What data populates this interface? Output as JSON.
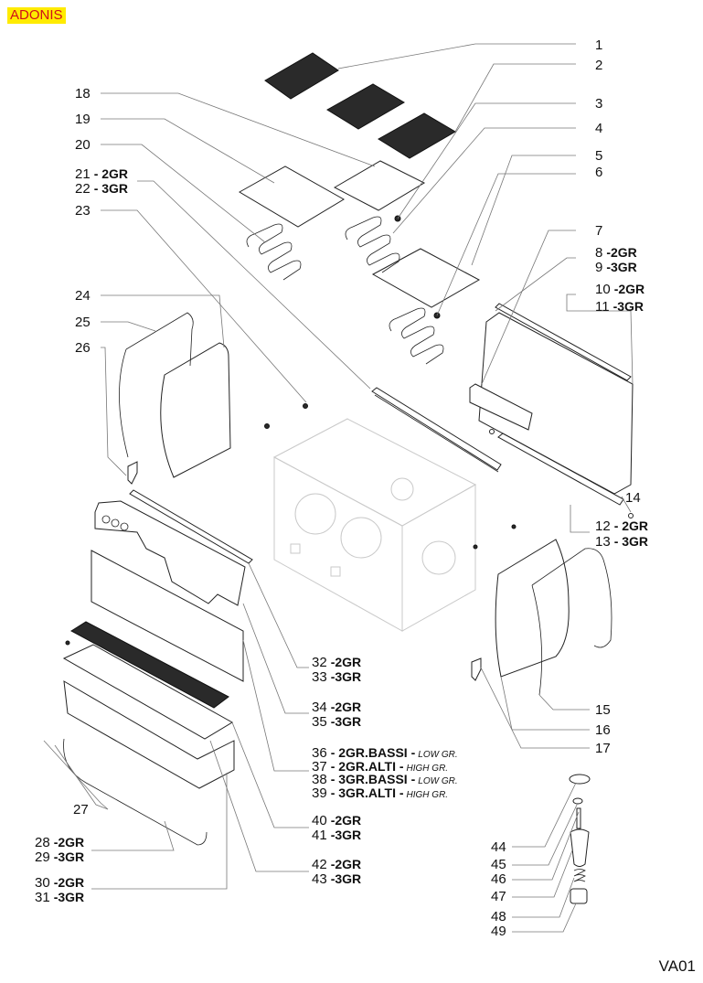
{
  "title": "ADONIS",
  "sheet_code": "VA01",
  "colors": {
    "title_bg": "#ffeb00",
    "title_text": "#d0101a",
    "leader": "#777777"
  },
  "callouts": [
    {
      "ids": "1",
      "variants": []
    },
    {
      "ids": "2",
      "variants": []
    },
    {
      "ids": "3",
      "variants": []
    },
    {
      "ids": "4",
      "variants": []
    },
    {
      "ids": "5",
      "variants": []
    },
    {
      "ids": "6",
      "variants": []
    },
    {
      "ids": "7",
      "variants": []
    },
    {
      "ids": "8/9",
      "variants": [
        {
          "num": "8",
          "var": "-2GR"
        },
        {
          "num": "9",
          "var": "-3GR"
        }
      ]
    },
    {
      "ids": "10/11",
      "variants": [
        {
          "num": "10",
          "var": "-2GR"
        },
        {
          "num": "11",
          "var": "-3GR"
        }
      ]
    },
    {
      "ids": "12/13",
      "variants": [
        {
          "num": "12",
          "var": "- 2GR"
        },
        {
          "num": "13",
          "var": "- 3GR"
        }
      ]
    },
    {
      "ids": "14",
      "variants": []
    },
    {
      "ids": "15",
      "variants": []
    },
    {
      "ids": "16",
      "variants": []
    },
    {
      "ids": "17",
      "variants": []
    },
    {
      "ids": "18",
      "variants": []
    },
    {
      "ids": "19",
      "variants": []
    },
    {
      "ids": "20",
      "variants": []
    },
    {
      "ids": "21/22",
      "variants": [
        {
          "num": "21",
          "var": "- 2GR"
        },
        {
          "num": "22",
          "var": "- 3GR"
        }
      ]
    },
    {
      "ids": "23",
      "variants": []
    },
    {
      "ids": "24",
      "variants": []
    },
    {
      "ids": "25",
      "variants": []
    },
    {
      "ids": "26",
      "variants": []
    },
    {
      "ids": "27",
      "variants": []
    },
    {
      "ids": "28/29",
      "variants": [
        {
          "num": "28",
          "var": "-2GR"
        },
        {
          "num": "29",
          "var": "-3GR"
        }
      ]
    },
    {
      "ids": "30/31",
      "variants": [
        {
          "num": "30",
          "var": "-2GR"
        },
        {
          "num": "31",
          "var": "-3GR"
        }
      ]
    },
    {
      "ids": "32/33",
      "variants": [
        {
          "num": "32",
          "var": "-2GR"
        },
        {
          "num": "33",
          "var": "-3GR"
        }
      ]
    },
    {
      "ids": "34/35",
      "variants": [
        {
          "num": "34",
          "var": "-2GR"
        },
        {
          "num": "35",
          "var": "-3GR"
        }
      ]
    },
    {
      "ids": "36-39",
      "variants": [
        {
          "num": "36",
          "var": "- 2GR.BASSI -",
          "sub": "LOW GR."
        },
        {
          "num": "37",
          "var": "- 2GR.ALTI -",
          "sub": "HIGH GR."
        },
        {
          "num": "38",
          "var": "- 3GR.BASSI -",
          "sub": "LOW GR."
        },
        {
          "num": "39",
          "var": "- 3GR.ALTI -",
          "sub": "HIGH GR."
        }
      ]
    },
    {
      "ids": "40/41",
      "variants": [
        {
          "num": "40",
          "var": "-2GR"
        },
        {
          "num": "41",
          "var": "-3GR"
        }
      ]
    },
    {
      "ids": "42/43",
      "variants": [
        {
          "num": "42",
          "var": "-2GR"
        },
        {
          "num": "43",
          "var": "-3GR"
        }
      ]
    },
    {
      "ids": "44",
      "variants": []
    },
    {
      "ids": "45",
      "variants": []
    },
    {
      "ids": "46",
      "variants": []
    },
    {
      "ids": "47",
      "variants": []
    },
    {
      "ids": "48",
      "variants": []
    },
    {
      "ids": "49",
      "variants": []
    }
  ],
  "labels": {
    "n1": "1",
    "n2": "2",
    "n3": "3",
    "n4": "4",
    "n5": "5",
    "n6": "6",
    "n7": "7",
    "n8": "8",
    "v8": "-2GR",
    "n9": "9",
    "v9": "-3GR",
    "n10": "10",
    "v10": "-2GR",
    "n11": "11",
    "v11": "-3GR",
    "n12": "12",
    "v12": "- 2GR",
    "n13": "13",
    "v13": "- 3GR",
    "n14": "14",
    "n15": "15",
    "n16": "16",
    "n17": "17",
    "n18": "18",
    "n19": "19",
    "n20": "20",
    "n21": "21",
    "v21": "- 2GR",
    "n22": "22",
    "v22": "- 3GR",
    "n23": "23",
    "n24": "24",
    "n25": "25",
    "n26": "26",
    "n27": "27",
    "n28": "28",
    "v28": "-2GR",
    "n29": "29",
    "v29": "-3GR",
    "n30": "30",
    "v30": "-2GR",
    "n31": "31",
    "v31": "-3GR",
    "n32": "32",
    "v32": "-2GR",
    "n33": "33",
    "v33": "-3GR",
    "n34": "34",
    "v34": "-2GR",
    "n35": "35",
    "v35": "-3GR",
    "n36": "36",
    "v36": "- 2GR.BASSI -",
    "s36": "LOW GR.",
    "n37": "37",
    "v37": "- 2GR.ALTI -",
    "s37": "HIGH GR.",
    "n38": "38",
    "v38": "- 3GR.BASSI -",
    "s38": "LOW GR.",
    "n39": "39",
    "v39": "- 3GR.ALTI -",
    "s39": "HIGH GR.",
    "n40": "40",
    "v40": "-2GR",
    "n41": "41",
    "v41": "-3GR",
    "n42": "42",
    "v42": "-2GR",
    "n43": "43",
    "v43": "-3GR",
    "n44": "44",
    "n45": "45",
    "n46": "46",
    "n47": "47",
    "n48": "48",
    "n49": "49"
  }
}
